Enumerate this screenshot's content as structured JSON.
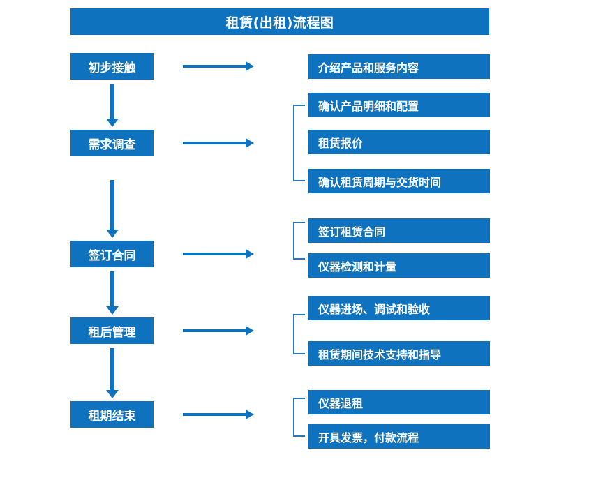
{
  "title": "租赁(出租)流程图",
  "colors": {
    "box_blue": "#0F72BE",
    "bracket_blue": "#2E75B6",
    "text_white": "#FFFFFF",
    "background": "#FFFFFF"
  },
  "stages": [
    {
      "label": "初步接触"
    },
    {
      "label": "需求调查"
    },
    {
      "label": "签订合同"
    },
    {
      "label": "租后管理"
    },
    {
      "label": "租期结束"
    }
  ],
  "details": [
    {
      "label": "介绍产品和服务内容"
    },
    {
      "label": "确认产品明细和配置"
    },
    {
      "label": "租赁报价"
    },
    {
      "label": "确认租赁周期与交货时间"
    },
    {
      "label": "签订租赁合同"
    },
    {
      "label": "仪器检测和计量"
    },
    {
      "label": "仪器进场、调试和验收"
    },
    {
      "label": "租赁期间技术支持和指导"
    },
    {
      "label": "仪器退租"
    },
    {
      "label": "开具发票，付款流程"
    }
  ],
  "groups": [
    {
      "stage": "需求调查",
      "items": [
        "确认产品明细和配置",
        "租赁报价",
        "确认租赁周期与交货时间"
      ]
    },
    {
      "stage": "签订合同",
      "items": [
        "签订租赁合同",
        "仪器检测和计量"
      ]
    },
    {
      "stage": "租后管理",
      "items": [
        "仪器进场、调试和验收",
        "租赁期间技术支持和指导"
      ]
    },
    {
      "stage": "租期结束",
      "items": [
        "仪器退租",
        "开具发票，付款流程"
      ]
    }
  ]
}
